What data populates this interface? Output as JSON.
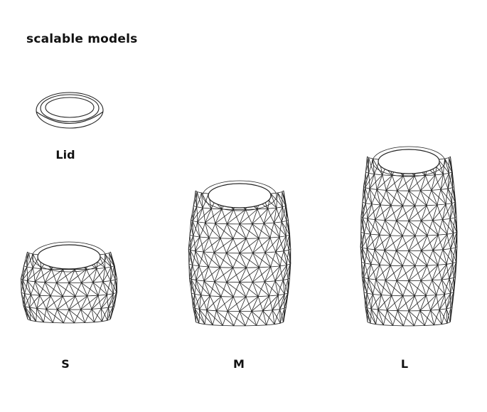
{
  "title": "scalable models",
  "models": [
    {
      "id": "lid",
      "label": "Lid"
    },
    {
      "id": "s",
      "label": "S"
    },
    {
      "id": "m",
      "label": "M"
    },
    {
      "id": "l",
      "label": "L"
    }
  ]
}
